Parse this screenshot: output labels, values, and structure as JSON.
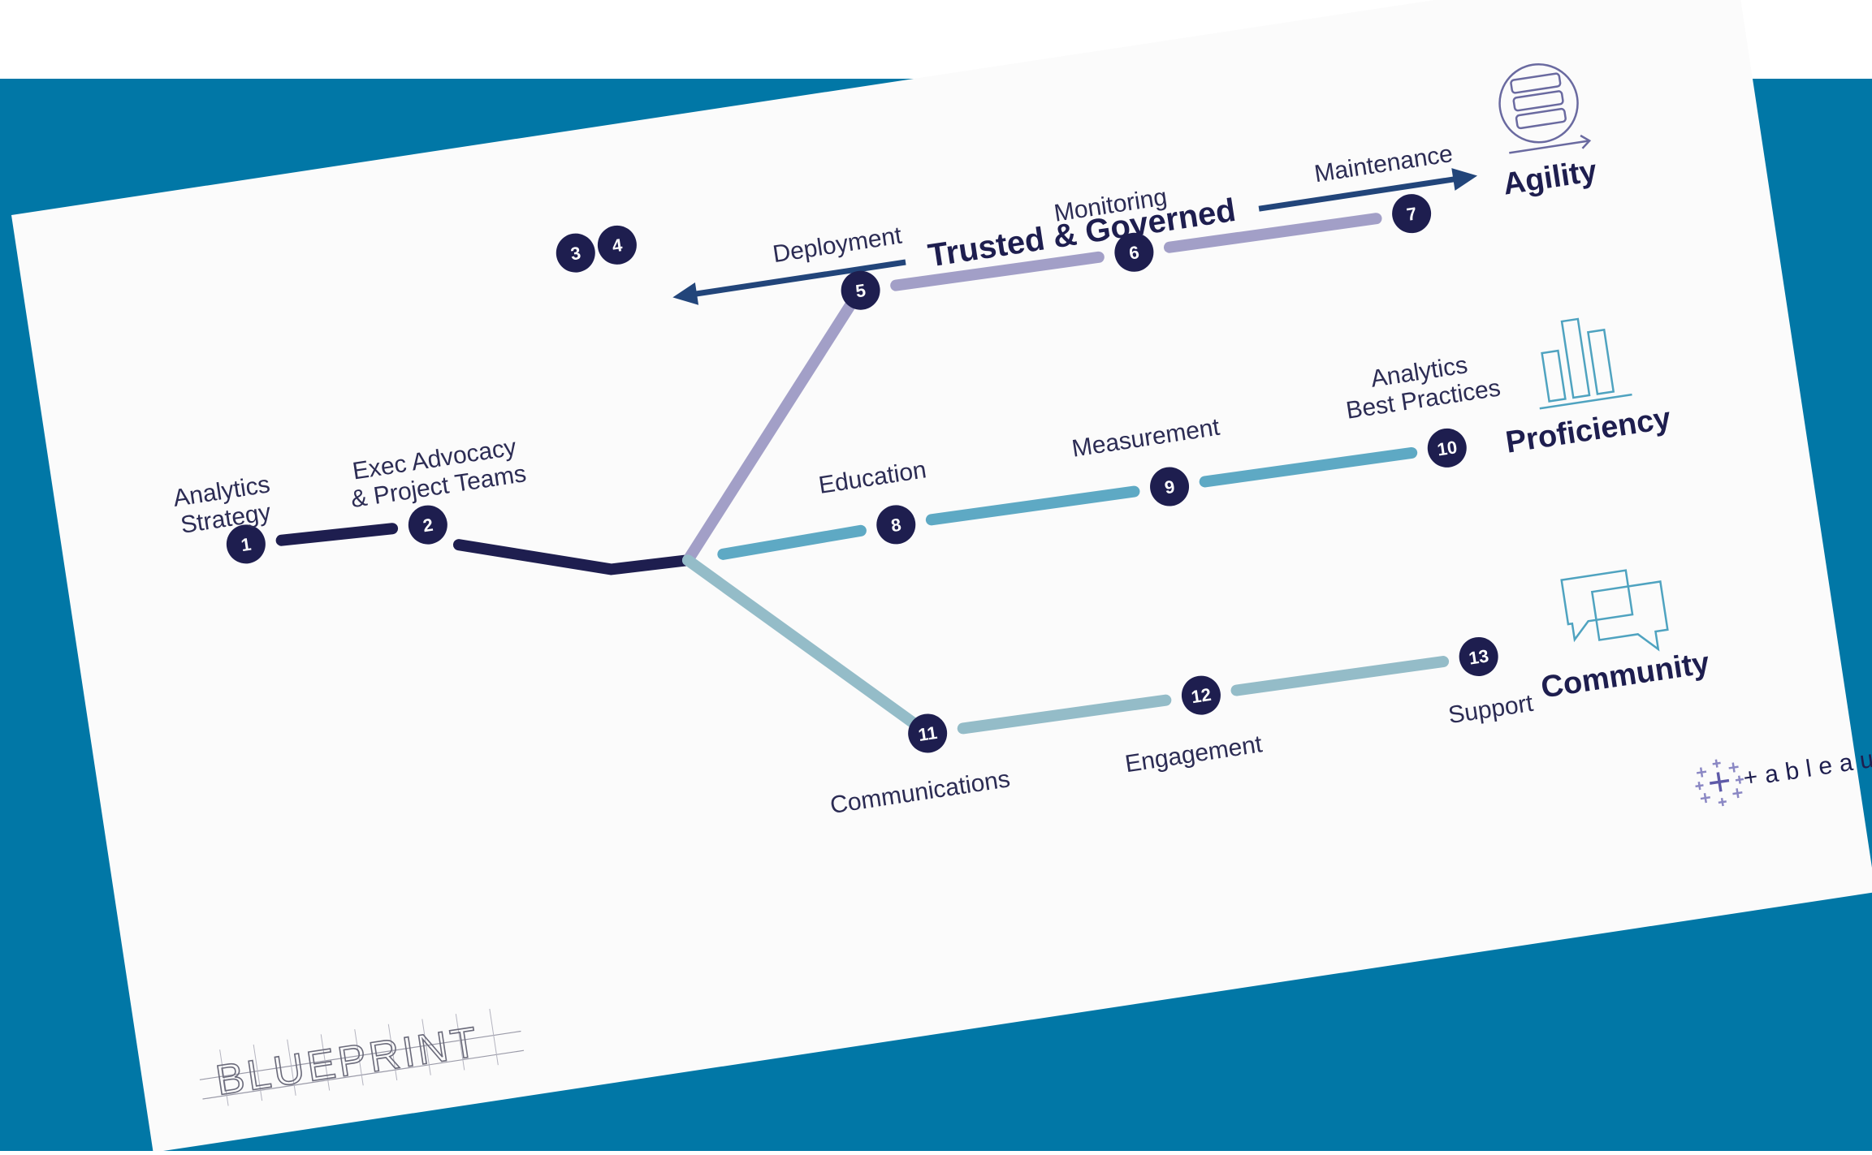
{
  "colors": {
    "background_blue": "#0177a6",
    "card": "#fbfbfb",
    "navy": "#1e1e4f",
    "arrow_blue": "#22457a",
    "agility_track": "#a29fc7",
    "proficiency_track": "#5ea9c4",
    "community_track": "#94bcc8",
    "label_text": "#2c2c54"
  },
  "header": {
    "title": "Trusted & Governed"
  },
  "steps": [
    {
      "number": "1",
      "label_lines": [
        "Analytics",
        "Strategy"
      ]
    },
    {
      "number": "2",
      "label_lines": [
        "Exec Advocacy",
        "& Project Teams"
      ]
    },
    {
      "number": "3",
      "label_lines": []
    },
    {
      "number": "4",
      "label_lines": []
    },
    {
      "number": "5",
      "label_lines": [
        "Deployment"
      ]
    },
    {
      "number": "6",
      "label_lines": [
        "Monitoring"
      ]
    },
    {
      "number": "7",
      "label_lines": [
        "Maintenance"
      ]
    },
    {
      "number": "8",
      "label_lines": [
        "Education"
      ]
    },
    {
      "number": "9",
      "label_lines": [
        "Measurement"
      ]
    },
    {
      "number": "10",
      "label_lines": [
        "Analytics",
        "Best Practices"
      ]
    },
    {
      "number": "11",
      "label_lines": [
        "Communications"
      ]
    },
    {
      "number": "12",
      "label_lines": [
        "Engagement"
      ]
    },
    {
      "number": "13",
      "label_lines": [
        "Support"
      ]
    }
  ],
  "categories": [
    {
      "name": "Agility",
      "icon": "server-stack-icon"
    },
    {
      "name": "Proficiency",
      "icon": "bar-chart-icon"
    },
    {
      "name": "Community",
      "icon": "speech-bubbles-icon"
    }
  ],
  "brand": {
    "logo_text": "+ableau"
  },
  "watermark": {
    "text": "BLUEPRINT"
  }
}
